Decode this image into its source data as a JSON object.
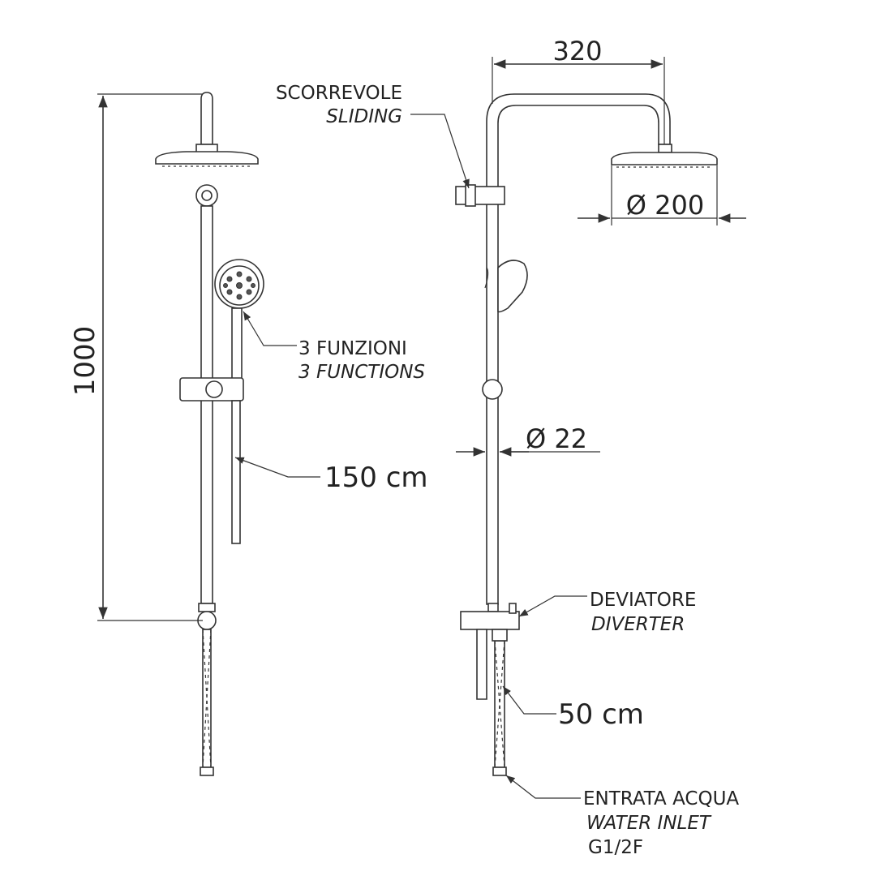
{
  "dimensions": {
    "height": "1000",
    "arm_reach": "320",
    "head_diameter": "Ø 200",
    "pipe_diameter": "Ø 22",
    "hand_hose": "150 cm",
    "inlet_hose": "50 cm"
  },
  "labels": {
    "sliding_it": "SCORREVOLE",
    "sliding_en": "SLIDING",
    "functions_it": "3 FUNZIONI",
    "functions_en": "3 FUNCTIONS",
    "diverter_it": "DEVIATORE",
    "diverter_en": "DIVERTER",
    "inlet_it": "ENTRATA  ACQUA",
    "inlet_en": "WATER INLET",
    "inlet_thread": "G1/2F"
  },
  "colors": {
    "line": "#333333",
    "text": "#222222",
    "background": "#ffffff"
  }
}
